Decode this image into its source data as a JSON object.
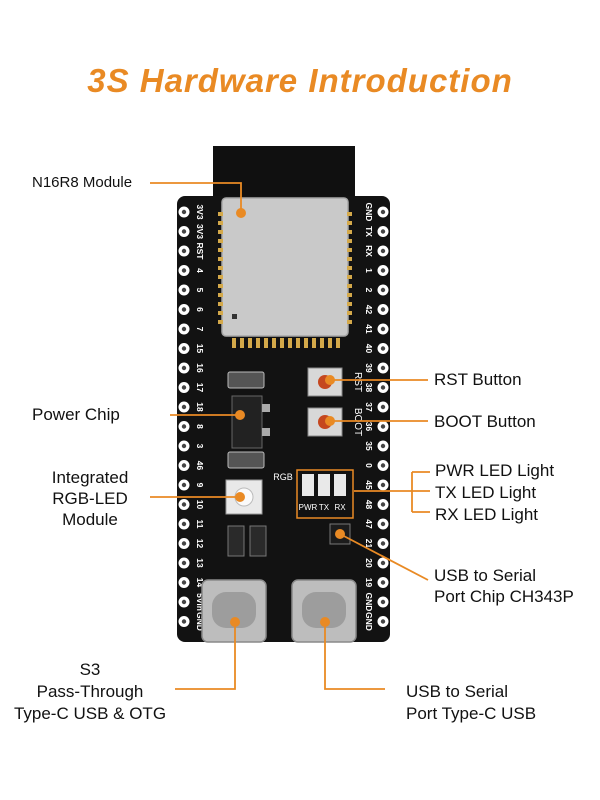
{
  "title": "3S Hardware Introduction",
  "colors": {
    "accent": "#e98a24",
    "board": "#121212",
    "pin": "#ffffff"
  },
  "labels": {
    "module": "N16R8 Module",
    "power_chip": "Power Chip",
    "rgb_l1": "Integrated",
    "rgb_l2": "RGB-LED",
    "rgb_l3": "Module",
    "rst": "RST Button",
    "boot": "BOOT Button",
    "pwr_led": "PWR LED Light",
    "tx_led": "TX LED Light",
    "rx_led": "RX LED Light",
    "ch343_l1": "USB to Serial",
    "ch343_l2": "Port Chip CH343P",
    "s3_l1": "S3",
    "s3_l2": "Pass-Through",
    "s3_l3": "Type-C USB & OTG",
    "usb_l1": "USB to Serial",
    "usb_l2": "Port Type-C USB"
  },
  "silkscreen": {
    "left_pins": [
      "3V3",
      "3V3",
      "RST",
      "4",
      "5",
      "6",
      "7",
      "15",
      "16",
      "17",
      "18",
      "8",
      "3",
      "46",
      "9",
      "10",
      "11",
      "12",
      "13",
      "14",
      "5Vin",
      "GND"
    ],
    "right_pins": [
      "GND",
      "TX",
      "RX",
      "1",
      "2",
      "42",
      "41",
      "40",
      "39",
      "38",
      "37",
      "36",
      "35",
      "0",
      "45",
      "48",
      "47",
      "21",
      "20",
      "19",
      "GND",
      "GND"
    ],
    "rst": "RST",
    "boot": "BOOT",
    "rgb": "RGB",
    "pwr": "PWR",
    "tx": "TX",
    "rx": "RX"
  }
}
